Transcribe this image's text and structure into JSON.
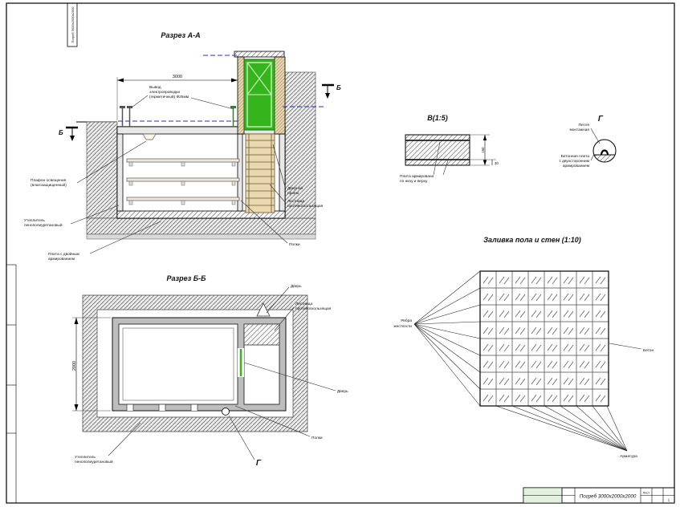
{
  "doc": {
    "name": "Погреб 3000х2000х2000",
    "sheet_label": "Лист",
    "sheet_number": "1"
  },
  "colors": {
    "accent_blue": "#2323c8",
    "accent_red": "#c42222",
    "door_green": "#35b51c",
    "dash_blue": "#2a2ad0"
  },
  "sections": {
    "a": {
      "title": "Разрез А-А",
      "dim_width": "3000",
      "cut_mark": "Б",
      "callouts": {
        "wiring": [
          "Вывод",
          "электропроводки",
          "(герметичный) Ф25мм"
        ],
        "lamp": [
          "Плафон освещения",
          "(влагозащищенный)"
        ],
        "insulation": [
          "Утеплитель",
          "пенополиуретановый"
        ],
        "slab": [
          "Плита с двойным",
          "армированием"
        ],
        "doorway": [
          "Дверной",
          "проем"
        ],
        "ladder": [
          "Лестница",
          "противоскользящая"
        ],
        "shelves": "Полки"
      }
    },
    "b": {
      "title": "Разрез Б-Б",
      "dim_depth": "2000",
      "detail_mark": "Г",
      "callouts": {
        "door_top": "Дверь",
        "ladder": [
          "Лестница",
          "противоскользящая"
        ],
        "door_right": "Дверь",
        "shelves": "Полки",
        "insulation": [
          "Утеплитель",
          "пенополиуретановый"
        ]
      }
    },
    "v": {
      "title": "В(1:5)",
      "dim_thickness": "150",
      "dim_cover": "30",
      "callouts": {
        "slab": [
          "Плита армирована",
          "по низу и верху"
        ]
      }
    },
    "g": {
      "title": "Г",
      "callouts": {
        "hinge": [
          "Петля",
          "монтажная"
        ],
        "plate": [
          "Бетонная плита",
          "с двухсторонним",
          "армированием"
        ]
      }
    },
    "pour": {
      "title": "Заливка пола и стен (1:10)",
      "callouts": {
        "ribs": [
          "Ребра",
          "жесткости"
        ],
        "concrete": "Бетон",
        "rebar": "Арматура"
      }
    }
  }
}
